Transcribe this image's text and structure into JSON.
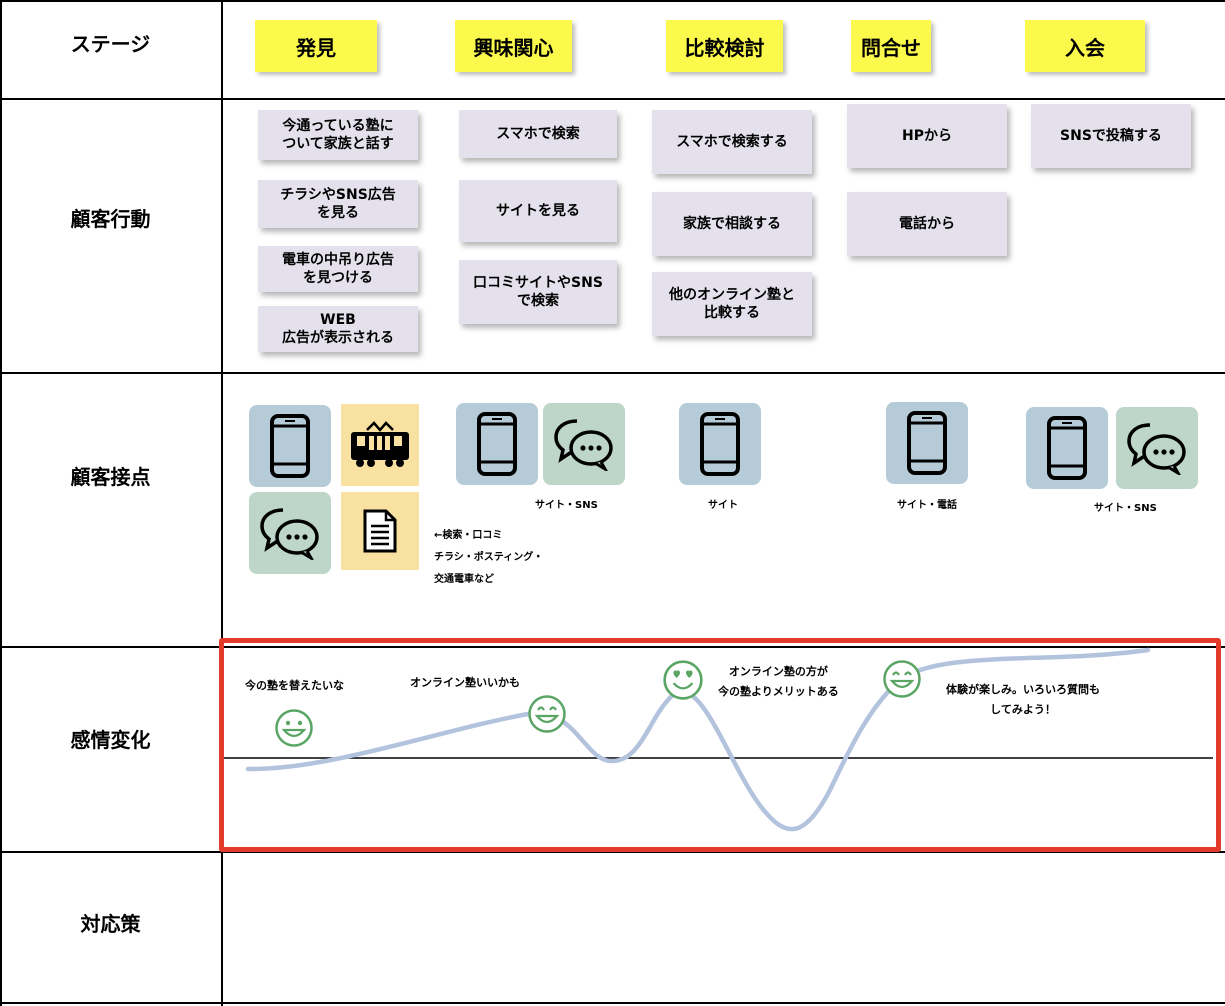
{
  "rows": {
    "stage": "ステージ",
    "action": "顧客行動",
    "touchpoint": "顧客接点",
    "emotion": "感情変化",
    "countermeasure": "対応策"
  },
  "stages": [
    "発見",
    "興味関心",
    "比較検討",
    "問合せ",
    "入会"
  ],
  "actions": {
    "discover": [
      "今通っている塾に\nついて家族と話す",
      "チラシやSNS広告\nを見る",
      "電車の中吊り広告\nを見つける",
      "WEB\n広告が表示される"
    ],
    "interest": [
      "スマホで検索",
      "サイトを見る",
      "口コミサイトやSNS\nで検索"
    ],
    "compare": [
      "スマホで検索する",
      "家族で相談する",
      "他のオンライン塾と\n比較する"
    ],
    "inquiry": [
      "HPから",
      "電話から"
    ],
    "enroll": [
      "SNSで投稿する"
    ]
  },
  "touchpoints": {
    "discover_note": "←検索・口コミ\nチラシ・ポスティング・\n交通電車など",
    "interest": "サイト・SNS",
    "compare": "サイト",
    "inquiry": "サイト・電話",
    "enroll": "サイト・SNS"
  },
  "icons": {
    "phone": "smartphone-icon",
    "chat": "chat-bubbles-icon",
    "train": "train-icon",
    "document": "document-icon",
    "smile": "smiley-face-icon",
    "heart_eyes": "heart-eyes-face-icon"
  },
  "emotions": {
    "e1": "今の塾を替えたいな",
    "e2": "オンライン塾いいかも",
    "e3": "オンライン塾の方が\n今の塾よりメリットある",
    "e4": "体験が楽しみ。いろいろ質問も\nしてみよう！"
  },
  "colors": {
    "stage_sticky": "#fbf94b",
    "action_card": "#e4e1ec",
    "tile_blue": "#b5ccd8",
    "tile_green": "#bdd6c9",
    "tile_yellow": "#f8e1a1",
    "curve": "#b3c3dd",
    "face": "#5aa564",
    "highlight": "#e43a2c"
  }
}
